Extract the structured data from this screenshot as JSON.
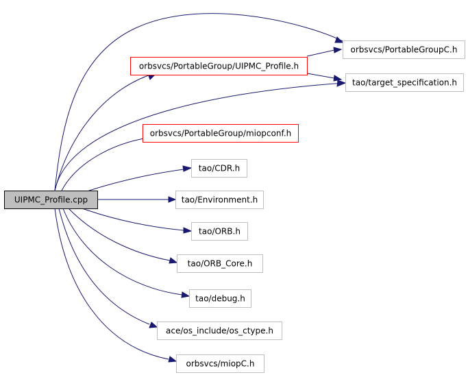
{
  "graph": {
    "colors": {
      "edge": "#191970",
      "root_fill": "#bfbfbf",
      "root_border": "#000000",
      "missing_border": "#ff0000",
      "default_border": "#bfbfbf",
      "node_fill": "#ffffff"
    },
    "root": {
      "label": "UIPMC_Profile.cpp"
    },
    "nodes": [
      {
        "id": "n1",
        "label": "orbsvcs/PortableGroupC.h",
        "style": "default"
      },
      {
        "id": "n2",
        "label": "orbsvcs/PortableGroup/UIPMC_Profile.h",
        "style": "missing"
      },
      {
        "id": "n3",
        "label": "tao/target_specification.h",
        "style": "default"
      },
      {
        "id": "n4",
        "label": "orbsvcs/PortableGroup/miopconf.h",
        "style": "missing"
      },
      {
        "id": "n5",
        "label": "tao/CDR.h",
        "style": "default"
      },
      {
        "id": "n6",
        "label": "tao/Environment.h",
        "style": "default"
      },
      {
        "id": "n7",
        "label": "tao/ORB.h",
        "style": "default"
      },
      {
        "id": "n8",
        "label": "tao/ORB_Core.h",
        "style": "default"
      },
      {
        "id": "n9",
        "label": "tao/debug.h",
        "style": "default"
      },
      {
        "id": "n10",
        "label": "ace/os_include/os_ctype.h",
        "style": "default"
      },
      {
        "id": "n11",
        "label": "orbsvcs/miopC.h",
        "style": "default"
      }
    ],
    "edges": [
      {
        "from": "root",
        "to": "n1"
      },
      {
        "from": "root",
        "to": "n2"
      },
      {
        "from": "root",
        "to": "n3"
      },
      {
        "from": "n2",
        "to": "n1"
      },
      {
        "from": "n2",
        "to": "n3"
      },
      {
        "from": "root",
        "to": "n4"
      },
      {
        "from": "root",
        "to": "n5"
      },
      {
        "from": "root",
        "to": "n6"
      },
      {
        "from": "root",
        "to": "n7"
      },
      {
        "from": "root",
        "to": "n8"
      },
      {
        "from": "root",
        "to": "n9"
      },
      {
        "from": "root",
        "to": "n10"
      },
      {
        "from": "root",
        "to": "n11"
      }
    ]
  }
}
